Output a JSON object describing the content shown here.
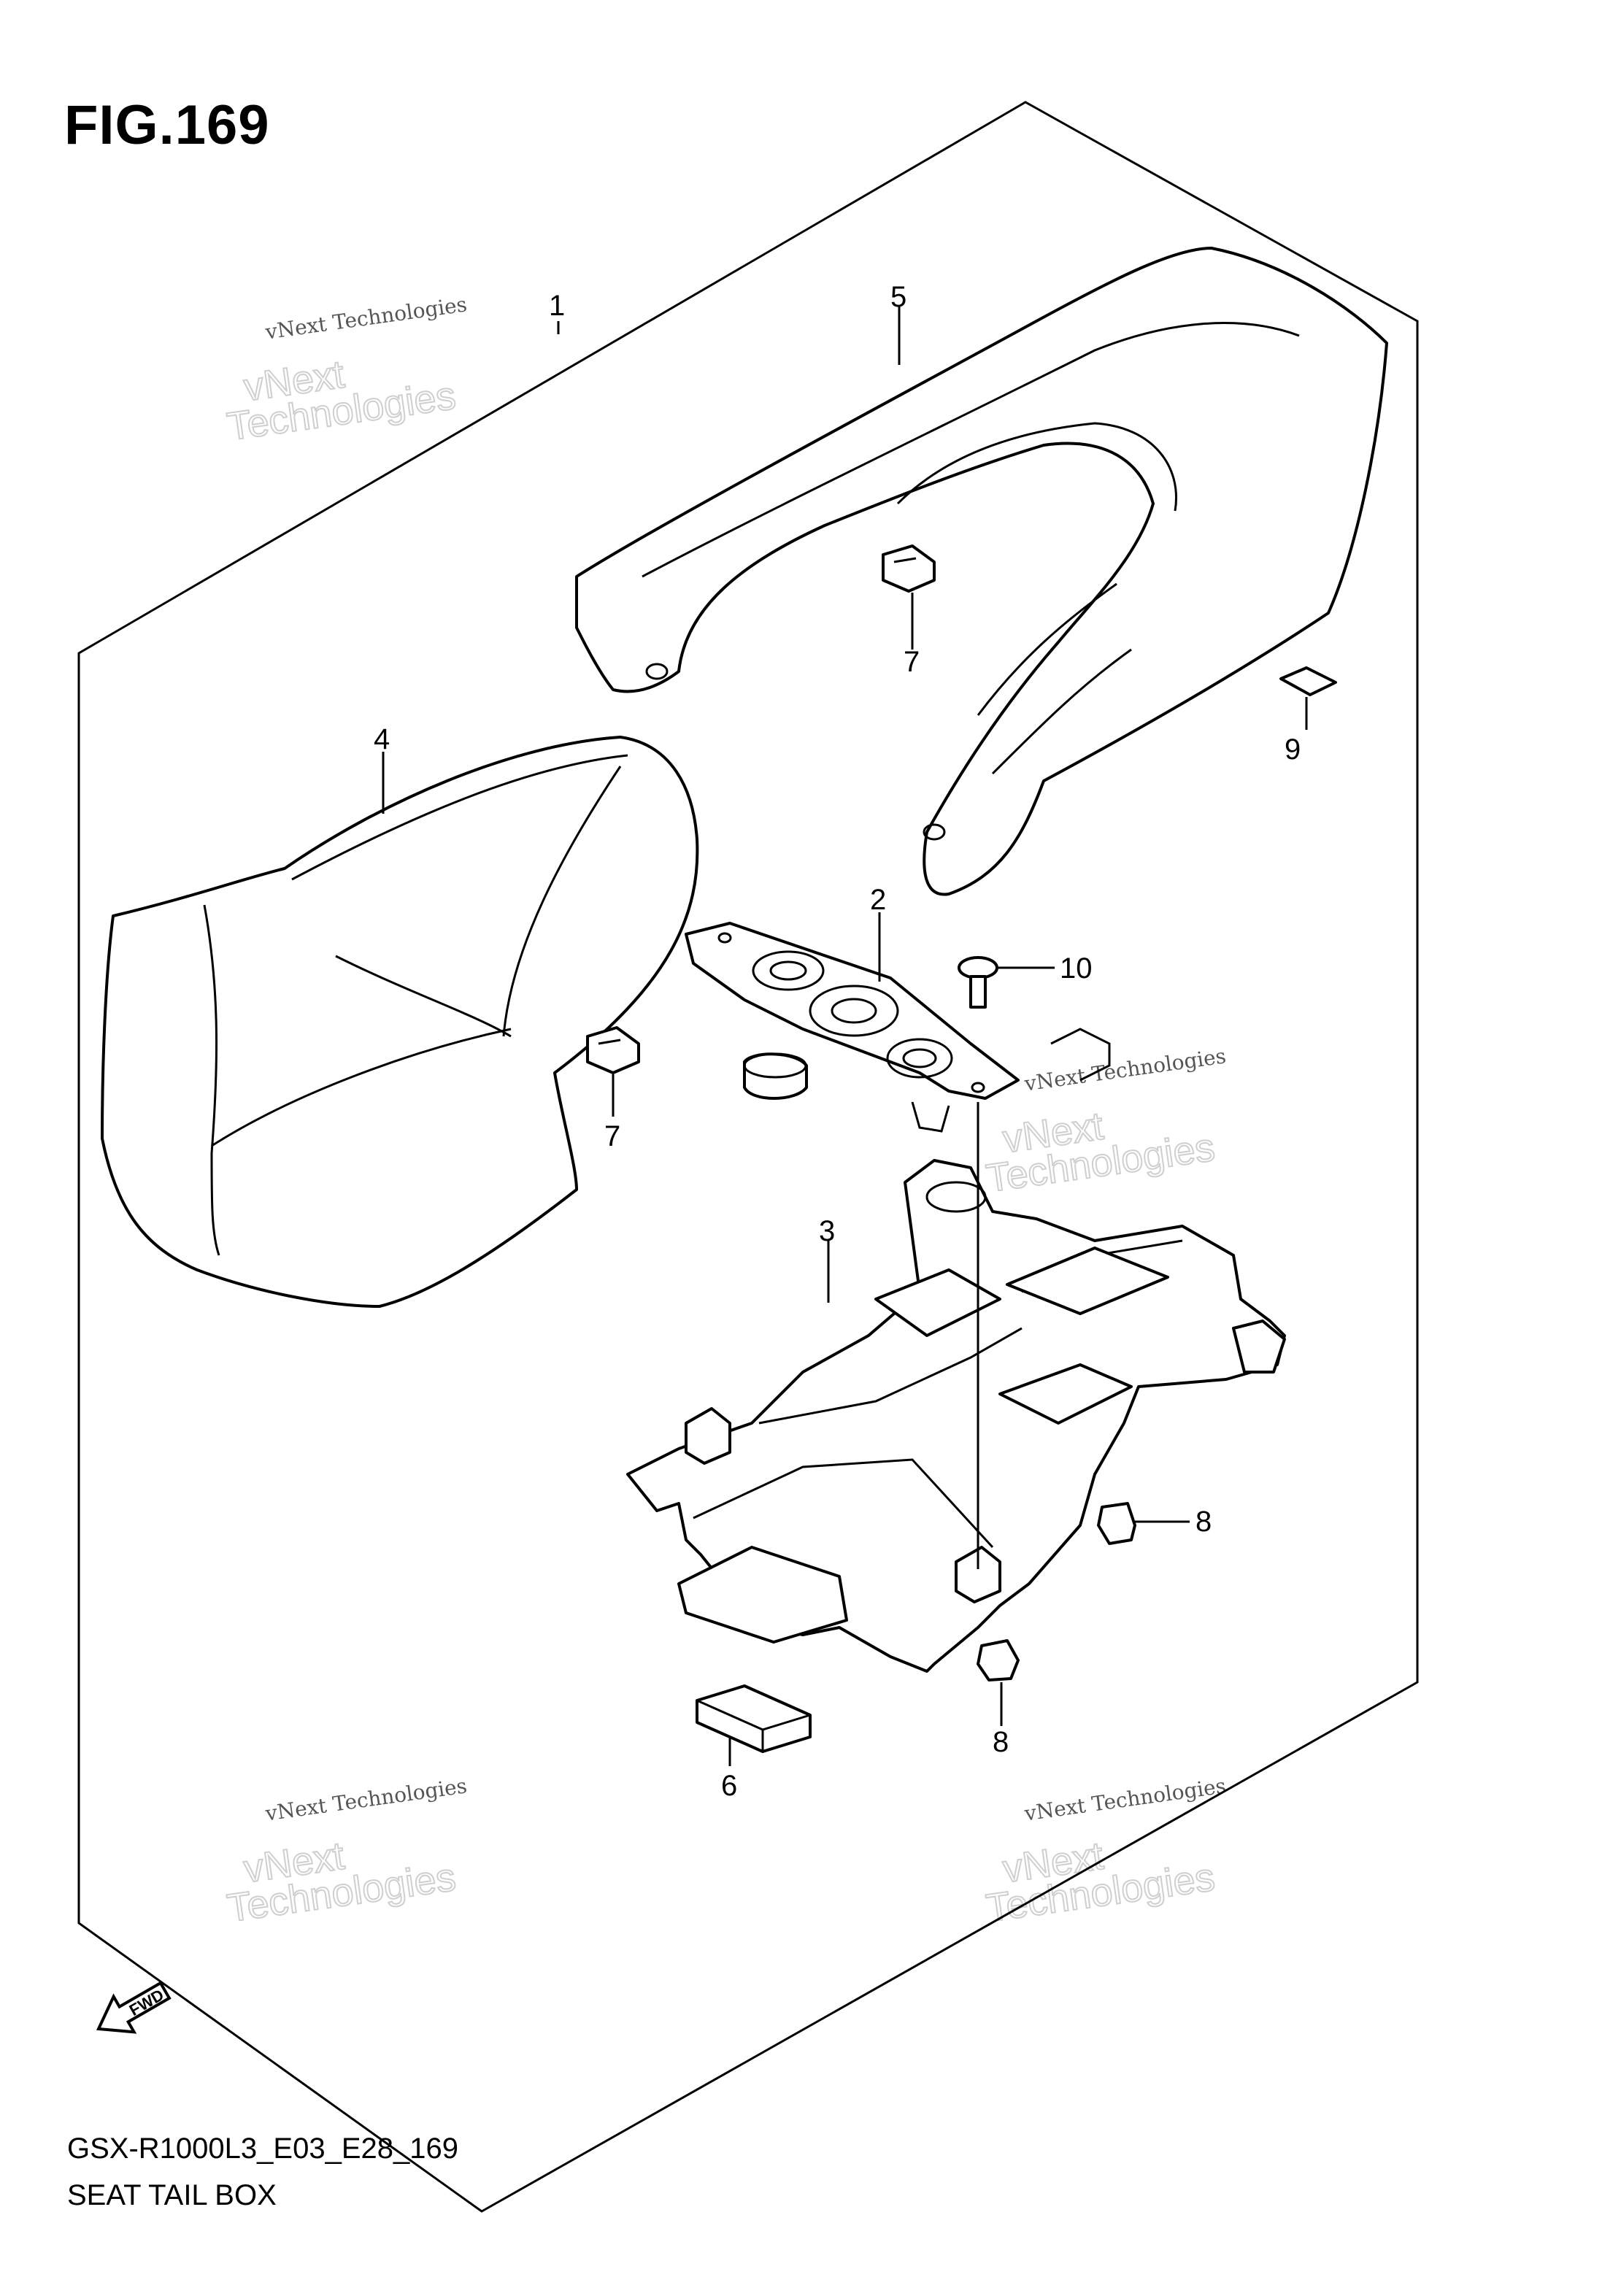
{
  "header": {
    "figure": "FIG.169"
  },
  "footer": {
    "model_code": "GSX-R1000L3_E03_E28_169",
    "name": "SEAT TAIL BOX"
  },
  "fwd_label": "FWD",
  "watermark": {
    "line1": "vNext Technologies",
    "line2": "vNext\nTechnologies"
  },
  "callouts": {
    "c1": "1",
    "c2": "2",
    "c3": "3",
    "c4": "4",
    "c5": "5",
    "c6": "6",
    "c7a": "7",
    "c7b": "7",
    "c8a": "8",
    "c8b": "8",
    "c9": "9",
    "c10": "10"
  }
}
